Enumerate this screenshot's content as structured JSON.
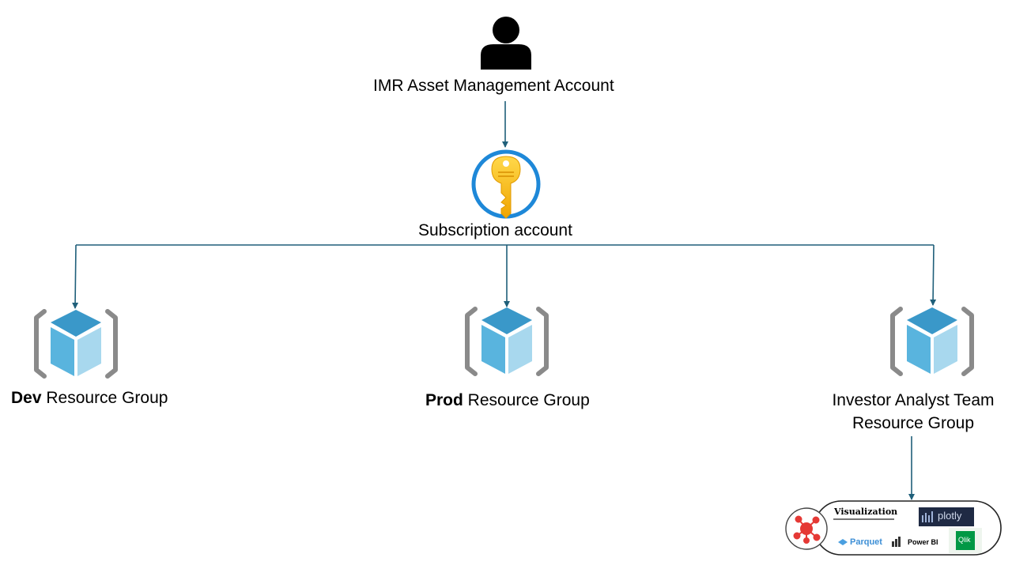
{
  "nodes": {
    "account": {
      "label": "IMR Asset Management Account"
    },
    "subscription": {
      "label": "Subscription account"
    },
    "dev": {
      "bold": "Dev",
      "rest": " Resource Group"
    },
    "prod": {
      "bold": "Prod",
      "rest": " Resource Group"
    },
    "investor": {
      "line1": "Investor Analyst Team",
      "line2": "Resource Group"
    }
  },
  "tools_panel": {
    "heading": "Visualization",
    "plotly": "plotly",
    "parquet": "Parquet",
    "powerbi": "Power BI",
    "qlik": "Qlik"
  },
  "colors": {
    "connector": "#1f5f7a",
    "key_ring": "#1e88d8",
    "key_gold": "#f7c31a",
    "cube_top": "#3a98c9",
    "cube_left": "#59b4de",
    "cube_right": "#a8d8ee",
    "bracket": "#8a8a8a"
  }
}
